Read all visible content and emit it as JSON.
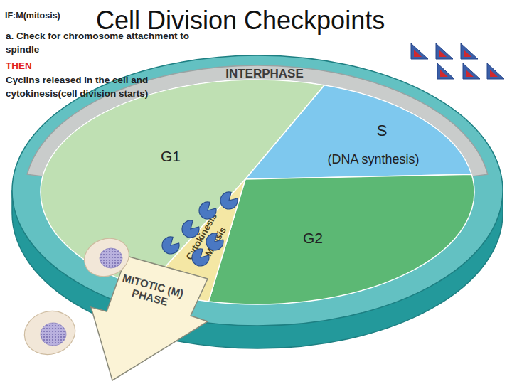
{
  "diagram": {
    "title": "Cell Division Checkpoints",
    "nodes": [
      {
        "text": [
          "INTERPHASE"
        ]
      },
      {
        "text": [
          "G1"
        ]
      },
      {
        "text": [
          "S",
          "(DNA synthesis)"
        ]
      },
      {
        "text": [
          "G2"
        ]
      },
      {
        "text": [
          "Cytokinesis",
          "Mitosis"
        ]
      },
      {
        "text": [
          "MITOTIC (M) PHASE"
        ]
      }
    ],
    "labels": [
      "IF:M(mitosis)",
      "a. Check for chromosome attachment to spindle",
      "THEN",
      "Cyclins released in the cell and cytokinesis(cell division starts)"
    ]
  }
}
